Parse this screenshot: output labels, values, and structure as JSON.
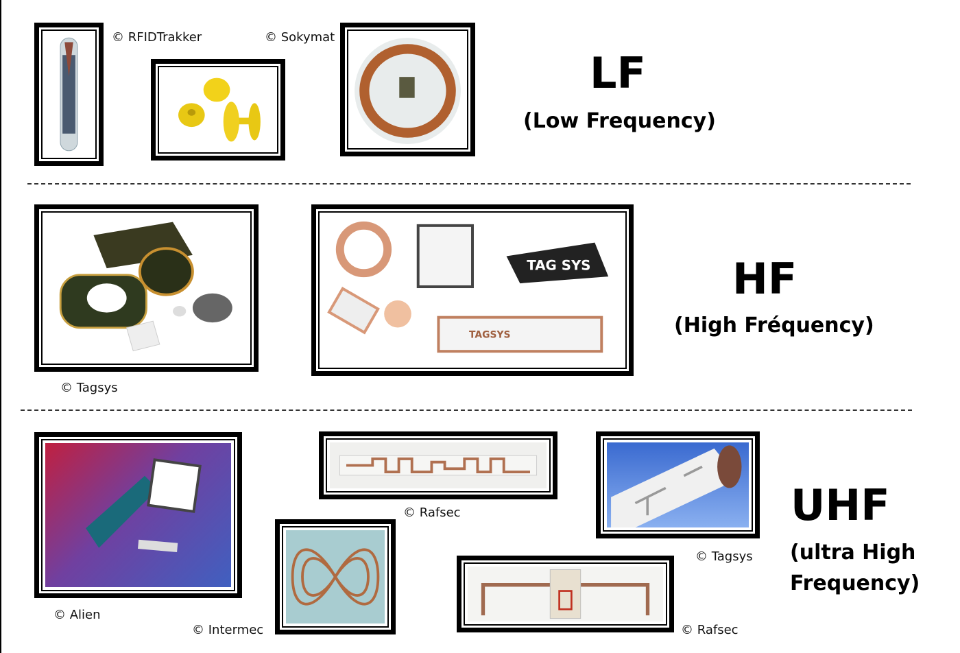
{
  "sections": {
    "lf": {
      "title": "LF",
      "subtitle": "(Low Frequency)"
    },
    "hf": {
      "title": "HF",
      "subtitle": "(High Fréquency)"
    },
    "uhf": {
      "title": "UHF",
      "subtitle_line1": "(ultra High",
      "subtitle_line2": "Frequency)"
    }
  },
  "captions": {
    "rfidtrakker": "© RFIDTrakker",
    "sokymat": "© Sokymat",
    "tagsys_hf": "© Tagsys",
    "rafsec_1": "© Rafsec",
    "alien": "© Alien",
    "intermec": "© Intermec",
    "tagsys_uhf": "© Tagsys",
    "rafsec_2": "© Rafsec"
  },
  "image_labels": {
    "tagsys_logo": "TAGSYS",
    "tag_sticker": "TAG SYS"
  }
}
